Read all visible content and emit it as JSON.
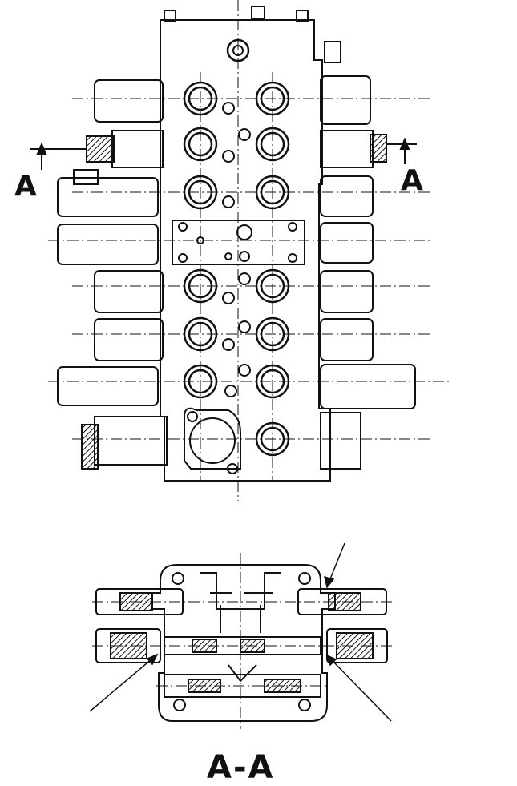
{
  "labels": {
    "section_left": "A",
    "section_right": "A",
    "section_title": "A-A"
  }
}
